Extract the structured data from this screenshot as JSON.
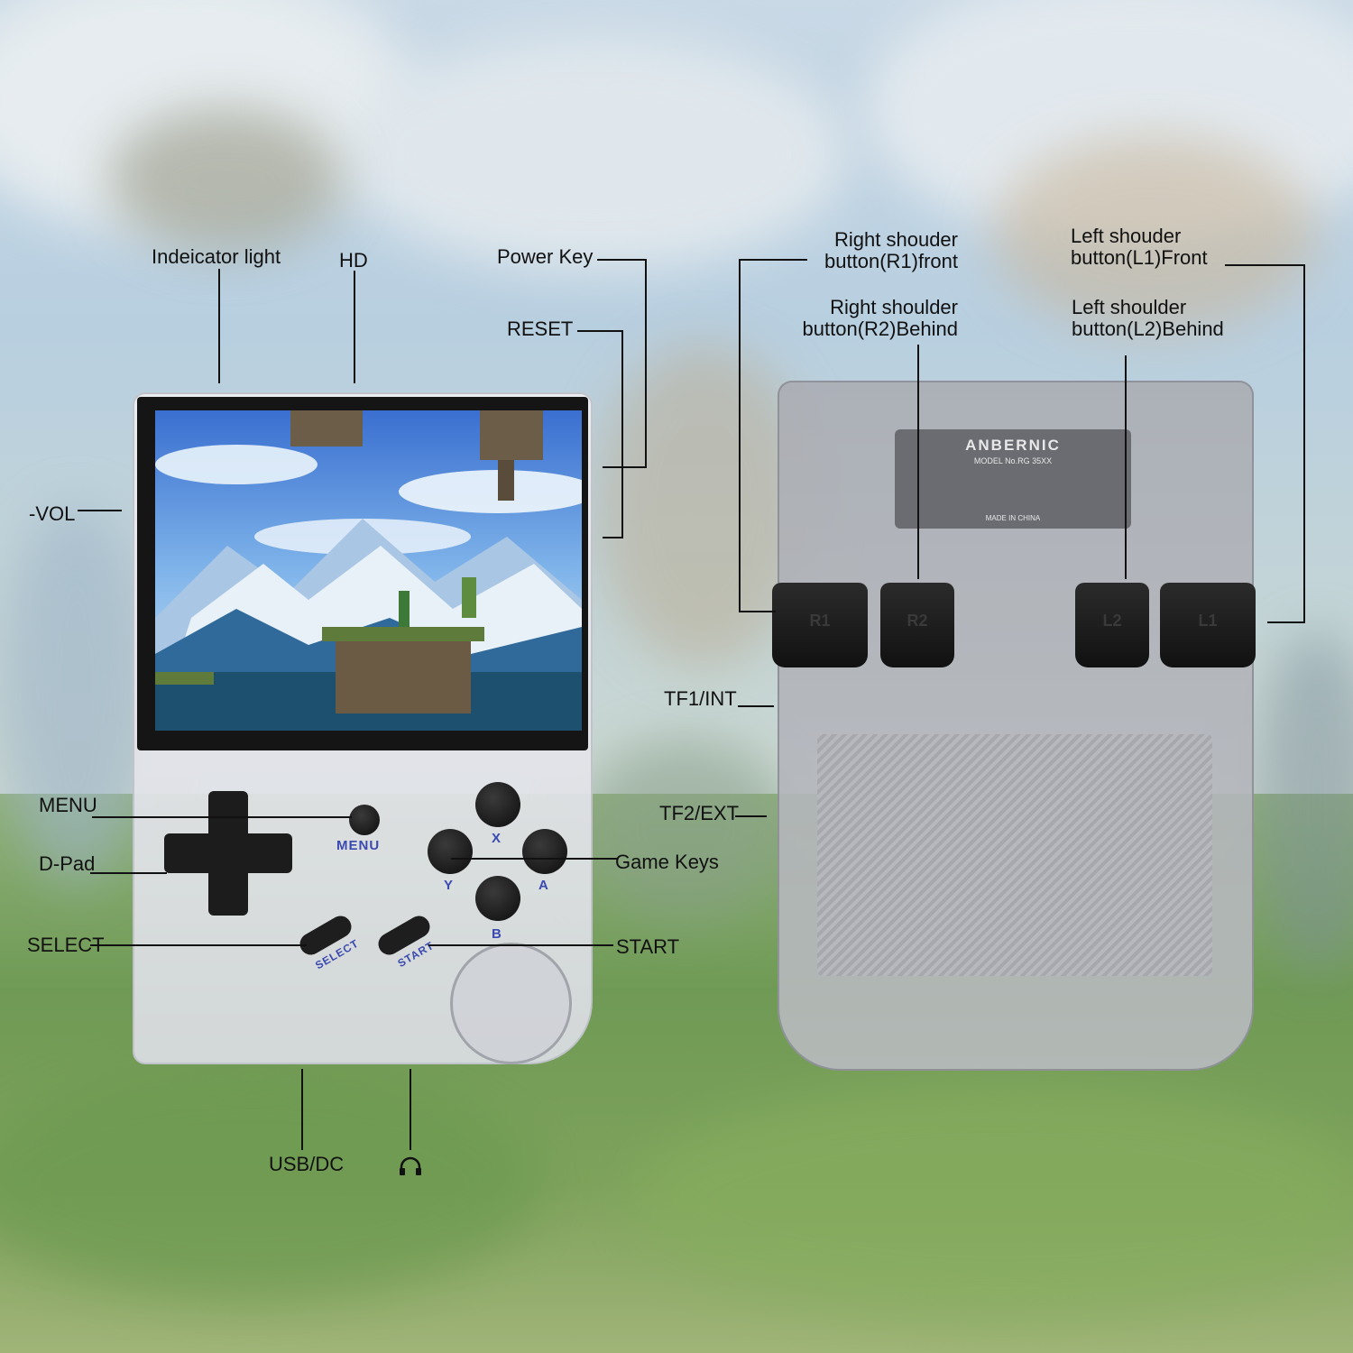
{
  "labels": {
    "indicator_light": "Indeicator light",
    "hd": "HD",
    "power_key": "Power Key",
    "reset": "RESET",
    "vol_minus": "-VOL",
    "menu": "MENU",
    "dpad": "D-Pad",
    "game_keys": "Game Keys",
    "select": "SELECT",
    "start": "START",
    "usb_dc": "USB/DC",
    "r1_line1": "Right shouder",
    "r1_line2": "button(R1)front",
    "r2_line1": "Right shoulder",
    "r2_line2": "button(R2)Behind",
    "l1_line1": "Left shouder",
    "l1_line2": "button(L1)Front",
    "l2_line1": "Left shoulder",
    "l2_line2": "button(L2)Behind",
    "tf1": "TF1/INT",
    "tf2": "TF2/EXT"
  },
  "device": {
    "menu_key": "MENU",
    "select_key": "SELECT",
    "start_key": "START",
    "key_x": "X",
    "key_y": "Y",
    "key_a": "A",
    "key_b": "B"
  },
  "back": {
    "brand": "ANBERNIC",
    "model": "MODEL No.RG 35XX",
    "made_in": "MADE IN CHINA",
    "r1": "R1",
    "r2": "R2",
    "l2": "L2",
    "l1": "L1"
  },
  "icons": {
    "headphone": "headphone-icon"
  }
}
